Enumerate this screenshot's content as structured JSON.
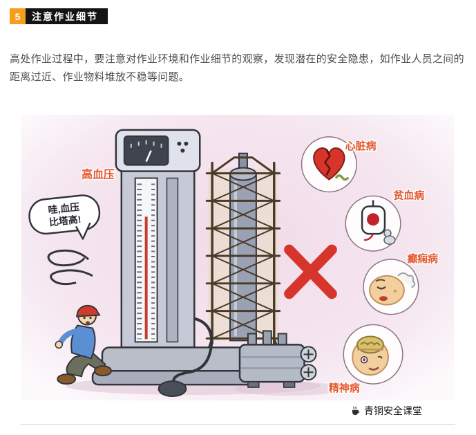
{
  "header": {
    "number": "5",
    "title": "注意作业细节"
  },
  "paragraph": "高处作业过程中，要注意对作业环境和作业细节的观察，发现潜在的安全隐患，如作业人员之间的距离过近、作业物料堆放不稳等问题。",
  "illustration": {
    "bp_label": "高血压",
    "speech": {
      "line1": "哇,血压",
      "line2": "比塔高!"
    },
    "diseases": {
      "heart": "心脏病",
      "anemia": "贫血病",
      "epilepsy": "癫痫病",
      "mental": "精神病"
    }
  },
  "footer": {
    "brand": "青铜安全课堂"
  },
  "colors": {
    "header_badge": "#f59e1c",
    "header_bar": "#141414",
    "body_text": "#4d4d4d",
    "label_accent": "#e4572e",
    "cross": "#d7352c",
    "illustration_bg": "#f3dfec"
  }
}
